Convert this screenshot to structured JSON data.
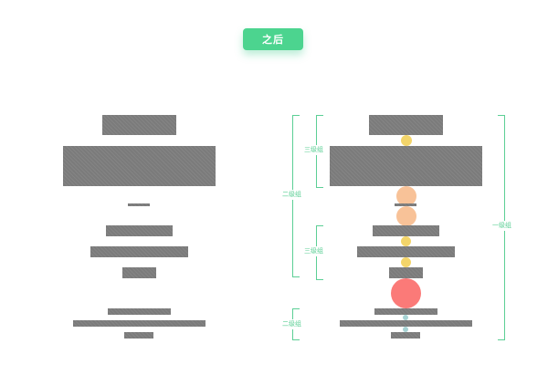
{
  "header": {
    "badge_label": "之后"
  },
  "colors": {
    "accent": "#4cd48f",
    "block": "#7b7b7b",
    "bracket": "#5ccf95",
    "dot_yellow": "#f3d56a",
    "dot_peach": "#f8c298",
    "dot_red": "#fb7a78",
    "dot_teal": "#a7d3d4"
  },
  "brackets": {
    "level2_top": "二级组",
    "level3_top": "三级组",
    "level3_middle": "三级组",
    "level2_bottom": "二级组",
    "level1": "一级组"
  }
}
